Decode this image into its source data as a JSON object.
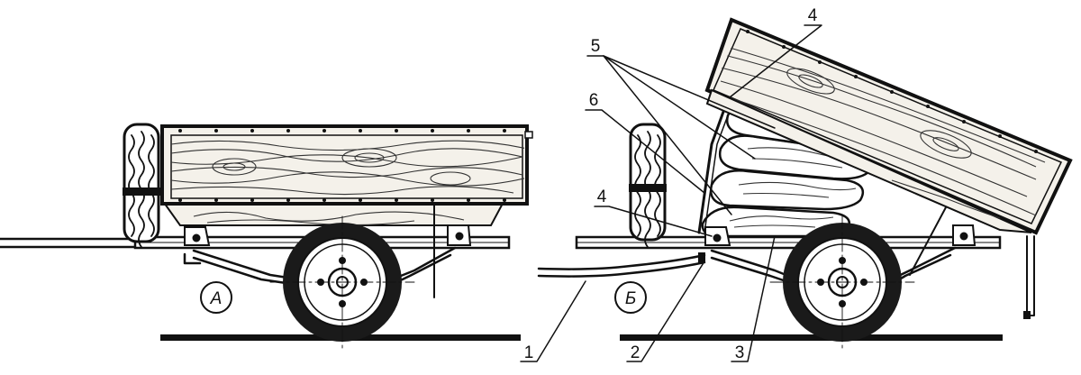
{
  "view_labels": {
    "a": "А",
    "b": "Б"
  },
  "callouts": [
    "1",
    "2",
    "3",
    "4",
    "4",
    "5",
    "6"
  ],
  "colors": {
    "ink": "#111111",
    "paper": "#ffffff",
    "tire": "#1a1a1a",
    "wood_tone": "#f4f1ea"
  }
}
